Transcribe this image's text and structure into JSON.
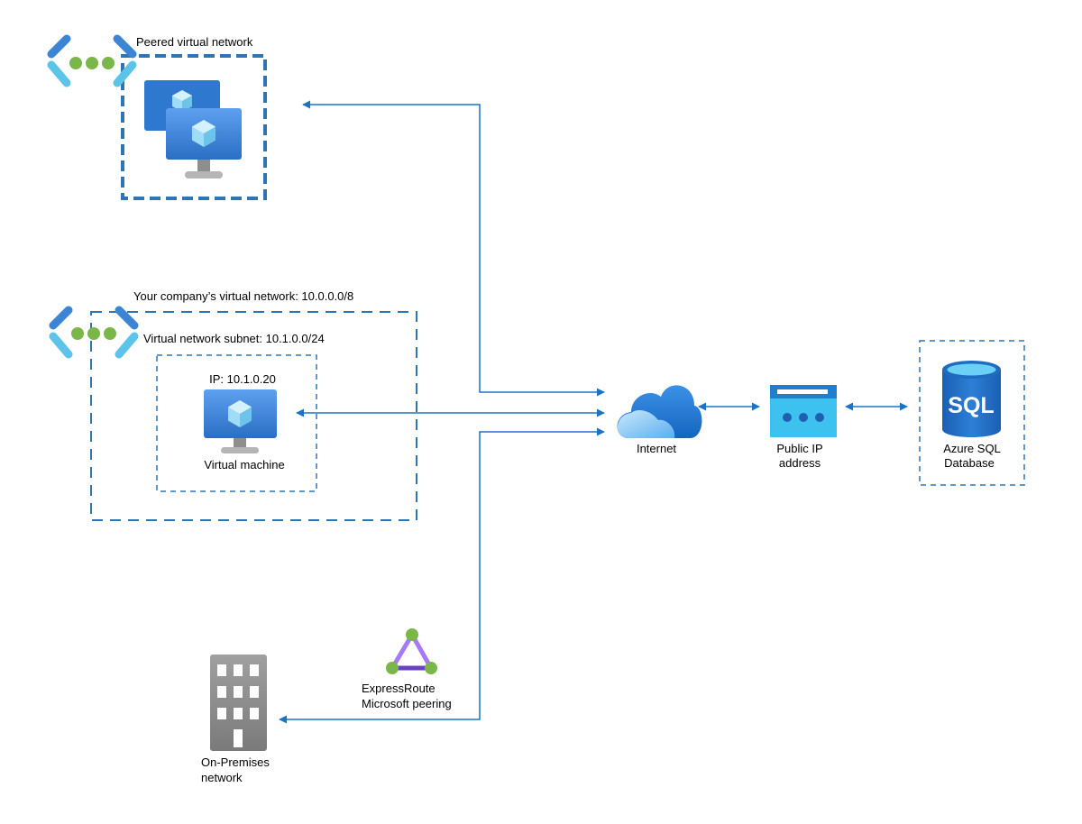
{
  "labels": {
    "peered_vnet": "Peered virtual network",
    "company_vnet": "Your company’s virtual network: 10.0.0.0/8",
    "subnet": "Virtual network subnet: 10.1.0.0/24",
    "vm_ip": "IP: 10.1.0.20",
    "vm_name": "Virtual machine",
    "internet": "Internet",
    "public_ip_line1": "Public IP",
    "public_ip_line2": "address",
    "sql_line1": "Azure SQL",
    "sql_line2": "Database",
    "sql_icon_text": "SQL",
    "expressroute_line1": "ExpressRoute",
    "expressroute_line2": "Microsoft peering",
    "onprem_line1": "On-Premises",
    "onprem_line2": "network"
  },
  "icons": {
    "vnet": "virtual-network-icon",
    "vm": "virtual-machine-icon",
    "cloud": "cloud-icon",
    "public_ip": "public-ip-icon",
    "sql": "sql-database-icon",
    "expressroute": "expressroute-icon",
    "building": "building-icon"
  },
  "colors": {
    "connector": "#1a73c5",
    "dash_border": "#2e75b6",
    "azure_blue": "#3f8ad8",
    "vnet_green": "#7ab648",
    "vnet_cyan": "#5bc4e8",
    "building_gray": "#8c8c8c",
    "expressroute_purple": "#8661c5"
  }
}
